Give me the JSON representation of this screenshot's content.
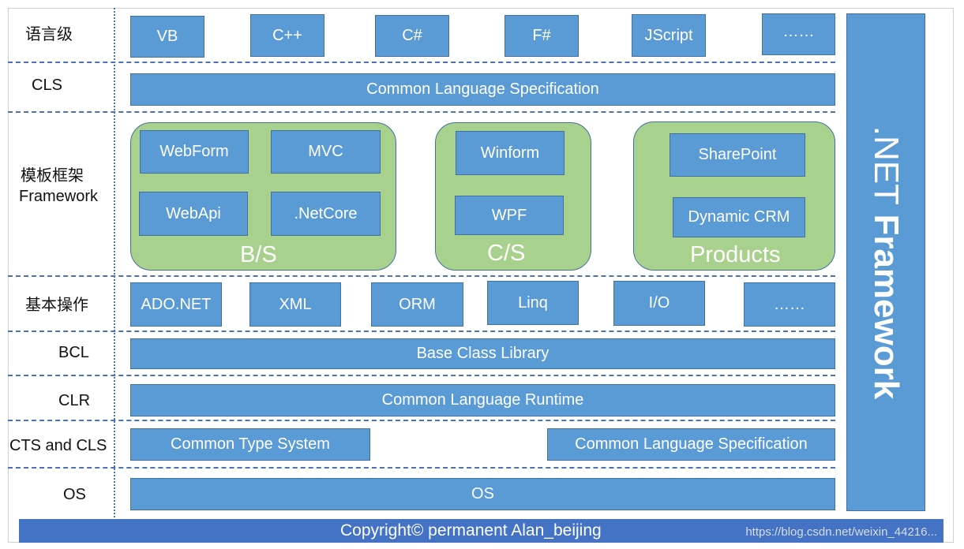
{
  "rows": {
    "language": "语言级",
    "cls": "CLS",
    "framework_cn": "模板框架",
    "framework_en": "Framework",
    "basic_ops": "基本操作",
    "bcl": "BCL",
    "clr": "CLR",
    "cts_cls": "CTS and CLS",
    "os": "OS"
  },
  "languages": [
    "VB",
    "C++",
    "C#",
    "F#",
    "JScript",
    "……"
  ],
  "cls_box": "Common Language Specification",
  "groups": {
    "bs": {
      "label": "B/S",
      "items": [
        "WebForm",
        "MVC",
        "WebApi",
        ".NetCore"
      ]
    },
    "cs": {
      "label": "C/S",
      "items": [
        "Winform",
        "WPF"
      ]
    },
    "products": {
      "label": "Products",
      "items": [
        "SharePoint",
        "Dynamic CRM"
      ]
    }
  },
  "basic_ops": [
    "ADO.NET",
    "XML",
    "ORM",
    "Linq",
    "I/O",
    "……"
  ],
  "bcl_box": "Base Class Library",
  "clr_box": "Common Language Runtime",
  "cts_box": "Common Type System",
  "cls_box2": "Common Language Specification",
  "os_box": "OS",
  "sidebar": {
    "prefix": ".NET",
    "bold": "Framework"
  },
  "footer": {
    "copyright": "Copyright© permanent  Alan_beijing",
    "watermark": "https://blog.csdn.net/weixin_44216..."
  },
  "colors": {
    "box_blue": "#5b9bd5",
    "group_green": "#a9d18e",
    "line_blue": "#4a72b5",
    "footer_blue": "#4472c4"
  }
}
